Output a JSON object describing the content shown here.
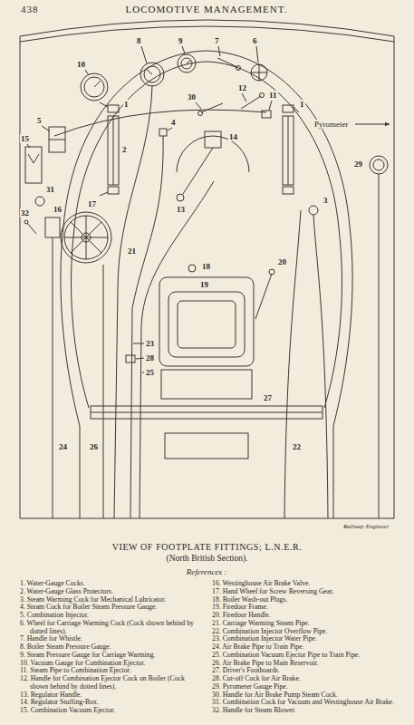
{
  "diagram": {
    "title": "VIEW OF FOOTPLATE FITTINGS; L.N.E.R.",
    "caption": "(North British Section).",
    "labels": [
      "438",
      "LOCOMOTIVE MANAGEMENT.",
      "10",
      "8",
      "9",
      "7",
      "6",
      "30",
      "12",
      "11",
      "1",
      "4",
      "14",
      "1",
      "5",
      "15",
      "2",
      "3",
      "29",
      "Pyrometer",
      "31",
      "32",
      "16",
      "17",
      "13",
      "21",
      "20",
      "18",
      "19",
      "23",
      "28",
      "25",
      "27",
      "26",
      "22",
      "24",
      "Railway Engineer",
      "References :",
      "1. Water-Gauge Cocks.",
      "2. Water-Gauge Glass Protectors.",
      "3. Steam Warming Cock for Mechanical Lubricator.",
      "4. Steam Cock for Boiler Steam Pressure Gauge.",
      "5. Combination Injector.",
      "6. Wheel for Carriage Warming Cock (Cock shown behind by dotted lines).",
      "7. Handle for Whistle.",
      "8. Boiler Steam Pressure Gauge.",
      "9. Steam Pressure Gauge for Carriage Warming.",
      "10. Vacuum Gauge for Combination Ejector.",
      "11. Steam Pipe to Combination Ejector.",
      "12. Handle for Combination Ejector Cock on Boiler (Cock shown behind by dotted lines).",
      "13. Regulator Handle.",
      "14. Regulator Stuffing-Box.",
      "15. Combination Vacuum Ejector.",
      "16. Westinghouse Air Brake Valve.",
      "17. Hand Wheel for Screw Reversing Gear.",
      "18. Boiler Wash-out Plugs.",
      "19. Firedoor Frame.",
      "20. Firedoor Handle.",
      "21. Carriage Warming Steam Pipe.",
      "22. Combination Injector Overflow Pipe.",
      "23. Combination Injector Water Pipe.",
      "24. Air Brake Pipe to Train Pipe.",
      "25. Combination Vacuum Ejector Pipe to Train Pipe.",
      "26. Air Brake Pipe to Main Reservoir.",
      "27. Driver's Footboards.",
      "28. Cut-off Cock for Air Brake.",
      "29. Pyrometer Gauge Pipe.",
      "30. Handle for Air Brake Pump Steam Cock.",
      "31. Combination Cock for Vacuum and Westinghouse Air Brake.",
      "32. Handle for Steam Blower."
    ]
  }
}
